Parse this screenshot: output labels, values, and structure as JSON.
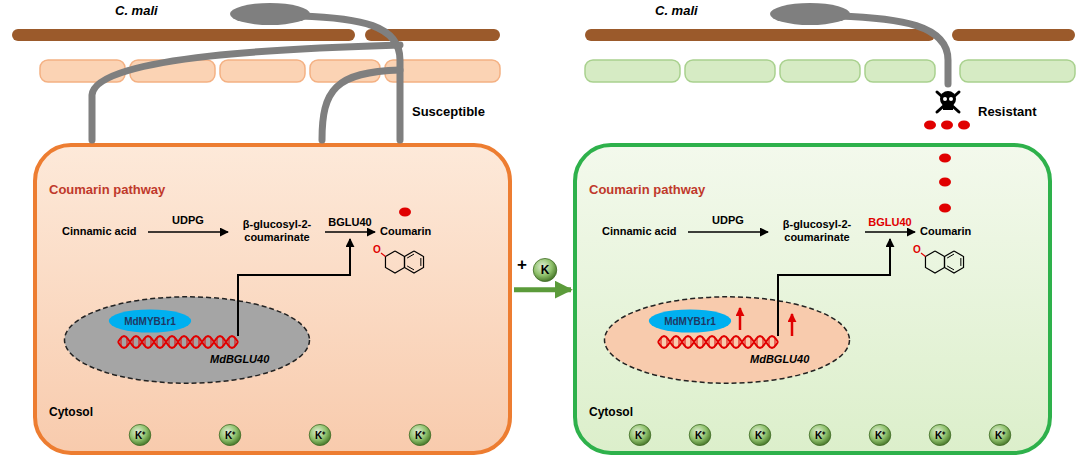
{
  "diagram": {
    "nodes": [
      {
        "text": [
          "Coumarin pathway",
          "Cytosol"
        ]
      },
      {
        "text": [
          "MdBGLU40"
        ],
        "in": 0
      },
      {
        "text": [
          "MdMYB1r1"
        ],
        "in": 1
      },
      {
        "text": [
          "K⁺"
        ],
        "in": 0
      },
      {
        "text": [
          "K⁺"
        ],
        "in": 0
      },
      {
        "text": [
          "K⁺"
        ],
        "in": 0
      },
      {
        "text": [
          "K⁺"
        ],
        "in": 0
      },
      {
        "text": [
          "Coumarin pathway",
          "Cytosol"
        ]
      },
      {
        "text": [
          "MdBGLU40"
        ],
        "in": 7
      },
      {
        "text": [
          "MdMYB1r1"
        ],
        "in": 8
      },
      {
        "text": [
          "K⁺"
        ],
        "in": 7
      },
      {
        "text": [
          "K⁺"
        ],
        "in": 7
      },
      {
        "text": [
          "K⁺"
        ],
        "in": 7
      },
      {
        "text": [
          "K⁺"
        ],
        "in": 7
      },
      {
        "text": [
          "K⁺"
        ],
        "in": 7
      },
      {
        "text": [
          "K⁺"
        ],
        "in": 7
      },
      {
        "text": [
          "K⁺"
        ],
        "in": 7
      },
      {
        "text": [
          "K"
        ]
      }
    ],
    "edges": [
      {
        "from": 0,
        "to": 7,
        "arrow": "to"
      }
    ],
    "labels": [
      "C. mali",
      "Susceptible",
      "Cinnamic acid",
      "UDPG",
      "β-glucosyl-2-coumarinate",
      "BGLU40",
      "Coumarin",
      "O",
      "+",
      "C. mali",
      "Resistant",
      "Cinnamic acid",
      "UDPG",
      "β-glucosyl-2-coumarinate",
      "BGLU40",
      "Coumarin",
      "O"
    ]
  }
}
